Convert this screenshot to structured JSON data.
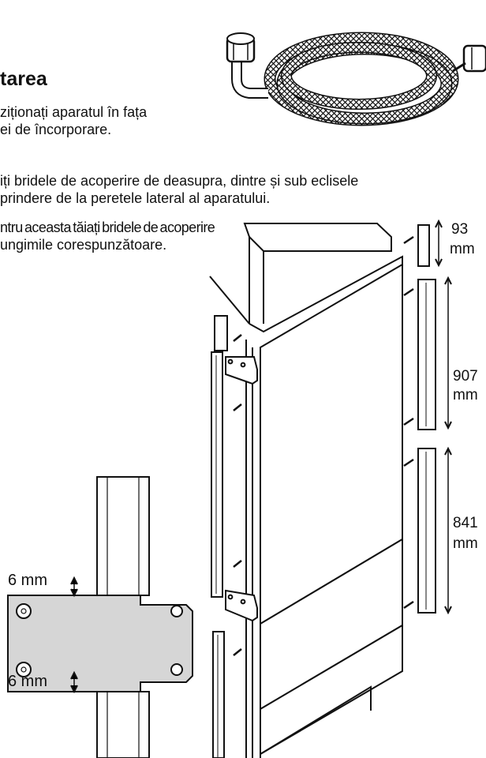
{
  "heading": "tarea",
  "intro": {
    "line1": "ziționați aparatul în fața",
    "line2": "ei de încorporare."
  },
  "step": {
    "line1": "iți bridele de acoperire de deasupra, dintre și sub eclisele",
    "line2": "prindere de la peretele lateral al aparatului.",
    "line3": "ntru aceasta tăiați bridele de acoperire",
    "line4": "ungimile corespunzătoare."
  },
  "dimensions": {
    "top_value": "93",
    "top_unit": "mm",
    "middle_value": "907",
    "middle_unit": "mm",
    "bottom_value": "841",
    "bottom_unit": "mm",
    "gap_top": "6 mm",
    "gap_bottom": "6 mm"
  },
  "icons": [
    "water-hose-icon",
    "appliance-side-illustration",
    "mounting-bracket-detail"
  ]
}
